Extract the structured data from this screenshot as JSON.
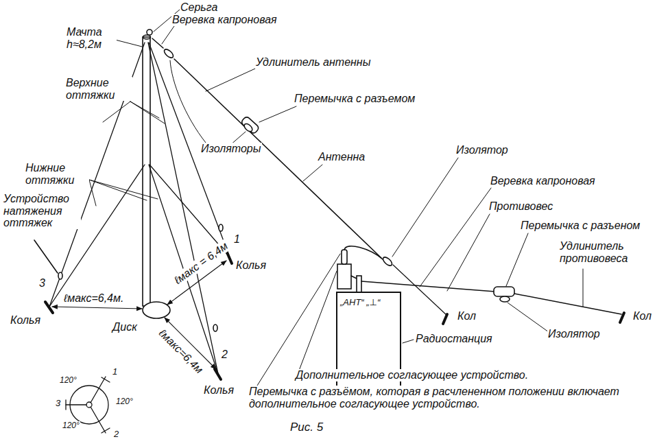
{
  "diagram": {
    "caption": "Рис. 5",
    "nodes": [
      {
        "text": [
          "„АНТ“ „⊥“"
        ]
      }
    ],
    "labels": [
      "Серьга",
      "Веревка капроновая",
      "Мачта h≈8,2м",
      "Удлинитель антенны",
      "Верхние оттяжки",
      "Перемычка с разъемом",
      "Изоляторы",
      "Антенна",
      "Изолятор",
      "Веревка капроновая",
      "Противовес",
      "Перемычка с разъеном",
      "Удлинитель противовеса",
      "Нижние оттяжки",
      "Устройство натяжения оттяжек",
      "3",
      "Колья",
      "1",
      "Колья",
      "2",
      "Колья",
      "ℓмакс=6,4м.",
      "ℓмакс = 6,4м",
      "ℓмакс=6,4м",
      "Диск",
      "Кол",
      "Радиостанция",
      "Изолятор",
      "Кол",
      "Дополнительное согласующее устройство.",
      "Перемычка с разъёмом, которая в расчлененном положении включает дополнительное согласующее устройство.",
      "3",
      "1",
      "2",
      "120°",
      "120°",
      "120°"
    ]
  }
}
